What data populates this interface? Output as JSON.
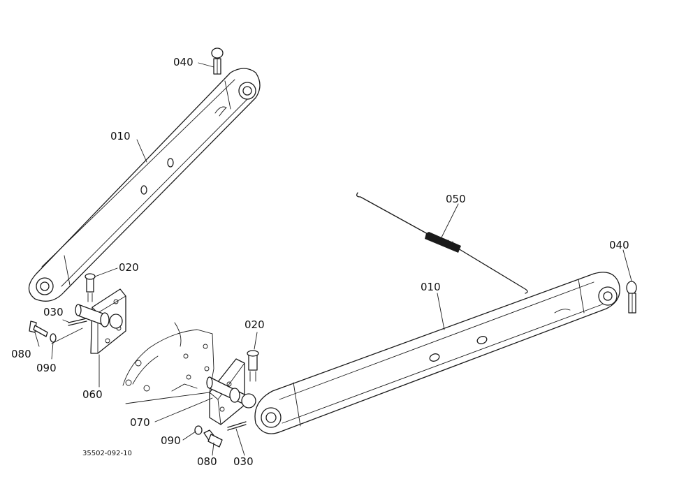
{
  "callouts": {
    "c010_upper": "010",
    "c040_upper": "040",
    "c020_left": "020",
    "c030_left": "030",
    "c080_left": "080",
    "c090_left": "090",
    "c060": "060",
    "c050": "050",
    "c040_right": "040",
    "c010_lower": "010",
    "c020_right": "020",
    "c070": "070",
    "c090_right": "090",
    "c080_right": "080",
    "c030_right": "030"
  },
  "drawing_code": "35502-092-10"
}
